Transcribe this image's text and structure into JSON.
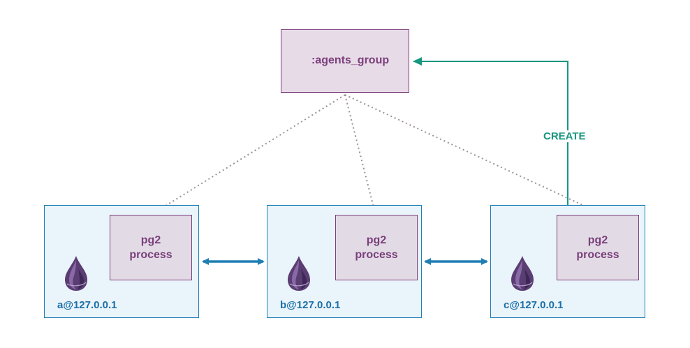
{
  "group": {
    "label": ":agents_group"
  },
  "nodes": [
    {
      "id": "a",
      "label": "a@127.0.0.1",
      "process_line1": "pg2",
      "process_line2": "process"
    },
    {
      "id": "b",
      "label": "b@127.0.0.1",
      "process_line1": "pg2",
      "process_line2": "process"
    },
    {
      "id": "c",
      "label": "c@127.0.0.1",
      "process_line1": "pg2",
      "process_line2": "process"
    }
  ],
  "create_label": "CREATE",
  "colors": {
    "group_fill": "#e8dbe8",
    "group_border": "#7b3f7b",
    "node_fill": "#eaf4fb",
    "node_border": "#1e7fb3",
    "node_arrow": "#1e7fb3",
    "create_arrow": "#179680",
    "dotted_link": "#9a8f9a"
  },
  "icons": {
    "node_logo": "elixir-drop-icon"
  }
}
